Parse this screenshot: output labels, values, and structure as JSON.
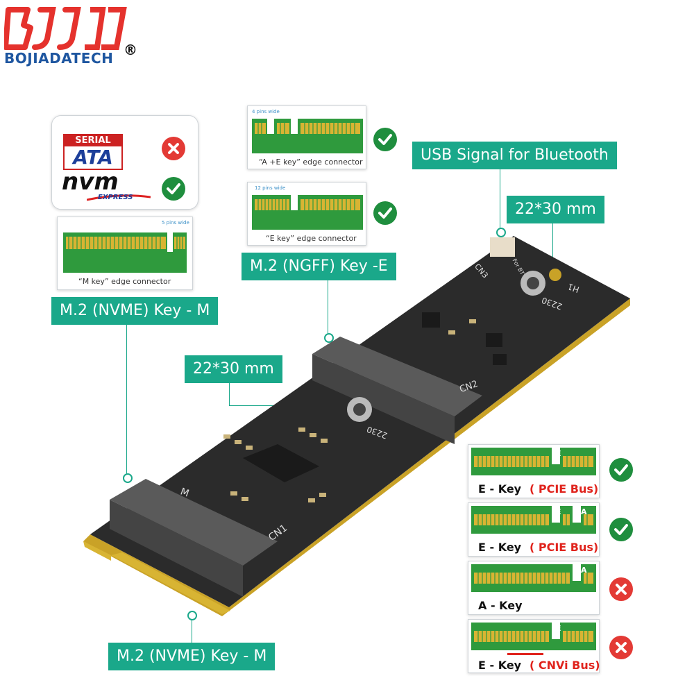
{
  "brand": {
    "name": "BOJIADATECH",
    "reg_mark": "®",
    "logo_color": "#e5322d",
    "logo_blue": "#1e56a0"
  },
  "labels": {
    "usb_bt": "USB Signal for Bluetooth",
    "size_top": "22*30 mm",
    "size_mid": "22*30 mm",
    "ngff_e": "M.2 (NGFF) Key -E",
    "nvme_left": "M.2 (NVME) Key - M",
    "nvme_bottom": "M.2 (NVME) Key - M"
  },
  "compat_card": {
    "sata_top": "SERIAL",
    "sata_bottom": "ATA",
    "nvm": "nvm",
    "express": "EXPRESS"
  },
  "connectors": {
    "m_key": {
      "caption": "“M key”  edge connector",
      "pins": "5 pins wide"
    },
    "ae_key": {
      "caption": "“A +E key”  edge connector",
      "pins": "4 pins wide"
    },
    "e_key": {
      "caption": "“E key”  edge connector",
      "pins": "12 pins wide"
    }
  },
  "key_types": [
    {
      "prefix": "E - Key",
      "bus": "( PCIE Bus)",
      "notches": [
        "E"
      ],
      "status": "check"
    },
    {
      "prefix": "E - Key",
      "bus": "( PCIE Bus)",
      "notches": [
        "E",
        "A"
      ],
      "status": "check"
    },
    {
      "prefix": "A - Key",
      "bus": "",
      "notches": [
        "A"
      ],
      "status": "cross"
    },
    {
      "prefix": "E - Key",
      "bus": "( CNVi Bus)",
      "notches": [
        "E"
      ],
      "status": "cross"
    }
  ],
  "board": {
    "silk_m": "M",
    "silk_cn1": "CN1",
    "silk_cn2": "CN2",
    "silk_cn3": "CN3",
    "silk_h1": "H1",
    "silk_2230_a": "2230",
    "silk_2230_b": "2230",
    "silk_for_bt": "For BT"
  },
  "colors": {
    "accent": "#1aa88a",
    "pcb": "#2b2b2b",
    "gold": "#d8b433",
    "check": "#1f8e3e",
    "cross": "#e33a35",
    "finger_green": "#2f9a3d"
  }
}
